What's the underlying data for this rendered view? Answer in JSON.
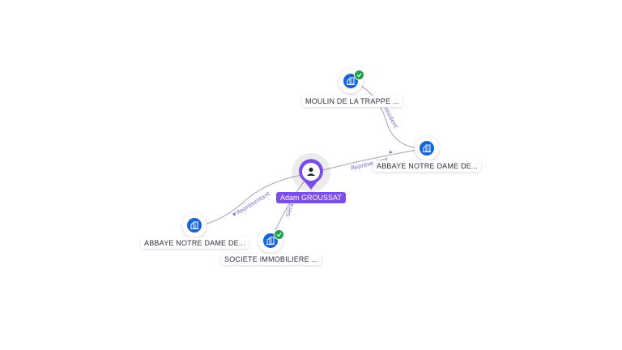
{
  "person": {
    "name": "Adam GROUSSAT",
    "icon": "person-icon",
    "color": "#7b4fe6"
  },
  "companies": [
    {
      "label": "MOULIN DE LA TRAPPE ...",
      "icon": "building-icon",
      "verified": true
    },
    {
      "label": "ABBAYE NOTRE DAME DE...",
      "icon": "building-icon",
      "verified": false
    },
    {
      "label": "ABBAYE NOTRE DAME DE...",
      "icon": "building-icon",
      "verified": false
    },
    {
      "label": "SOCIETE IMMOBILIERE ...",
      "icon": "building-icon",
      "verified": true
    }
  ],
  "edges": [
    {
      "label": "Représentant"
    },
    {
      "label": "Représentant"
    },
    {
      "label": "Gérant"
    },
    {
      "label": "Président"
    }
  ],
  "colors": {
    "company_icon": "#1565d8",
    "verified_badge": "#1a9e4b",
    "edge_label": "#7a6cc9",
    "edge_line": "#9aa3b5"
  }
}
